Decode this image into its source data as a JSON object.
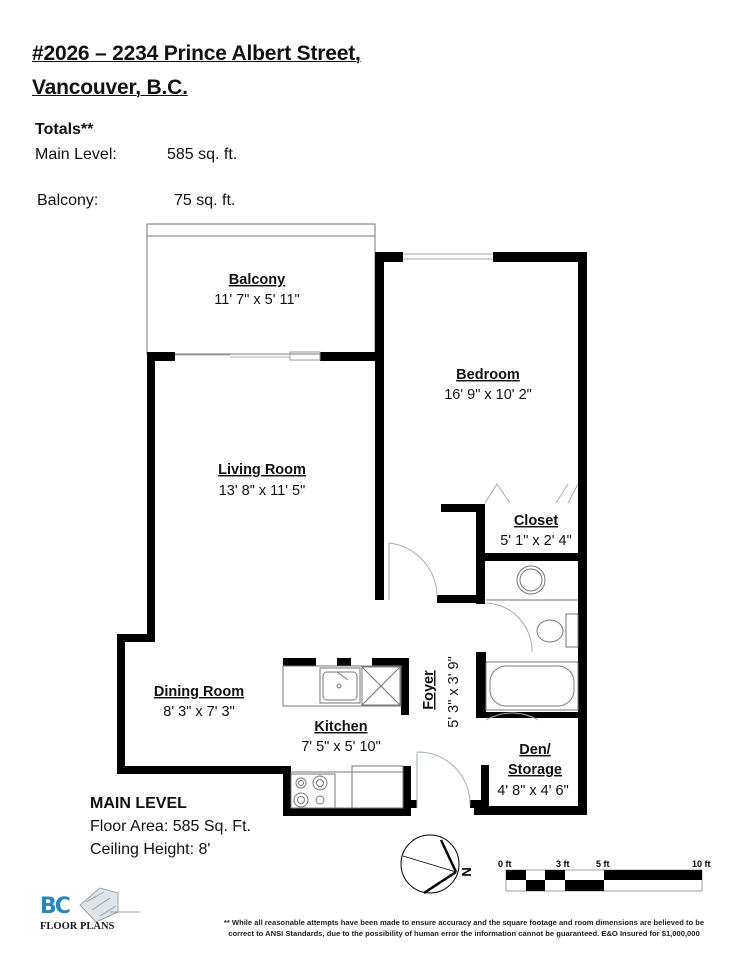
{
  "header": {
    "title_line1": "#2026 – 2234 Prince Albert Street,",
    "title_line2": "Vancouver, B.C."
  },
  "totals": {
    "heading": "Totals**",
    "rows": [
      {
        "label": "Main Level:",
        "value": "585 sq. ft."
      },
      {
        "label": "Balcony:",
        "value": "75 sq. ft."
      }
    ]
  },
  "rooms": [
    {
      "name": "Balcony",
      "dims": "11' 7\" x 5' 11\""
    },
    {
      "name": "Bedroom",
      "dims": "16' 9\" x 10' 2\""
    },
    {
      "name": "Living Room",
      "dims": "13' 8\" x 11' 5\""
    },
    {
      "name": "Closet",
      "dims": "5' 1\" x 2' 4\""
    },
    {
      "name": "Dining Room",
      "dims": "8' 3\" x 7' 3\""
    },
    {
      "name": "Kitchen",
      "dims": "7' 5\" x 5' 10\""
    },
    {
      "name": "Foyer",
      "dims": "5' 3\" x 3' 9\""
    },
    {
      "name": "Den/",
      "name2": "Storage",
      "dims": "4' 8\" x 4' 6\""
    }
  ],
  "summary": {
    "heading": "MAIN LEVEL",
    "floor_area": "Floor Area: 585 Sq. Ft.",
    "ceiling_height": "Ceiling Height: 8'"
  },
  "compass": {
    "label": "N"
  },
  "scale_bar": {
    "ticks": [
      "0 ft",
      "3 ft",
      "5 ft",
      "10 ft"
    ]
  },
  "logo": {
    "mark": "BC",
    "text": "FLOOR PLANS",
    "color": "#2a86bd"
  },
  "disclaimer": {
    "line1": "** While all reasonable attempts have been made to ensure accuracy and the square footage and room dimensions are believed to be",
    "line2": "correct to ANSI Standards, due to the possibility of human error the information cannot be guaranteed. E&O Insured for $1,000,000"
  }
}
